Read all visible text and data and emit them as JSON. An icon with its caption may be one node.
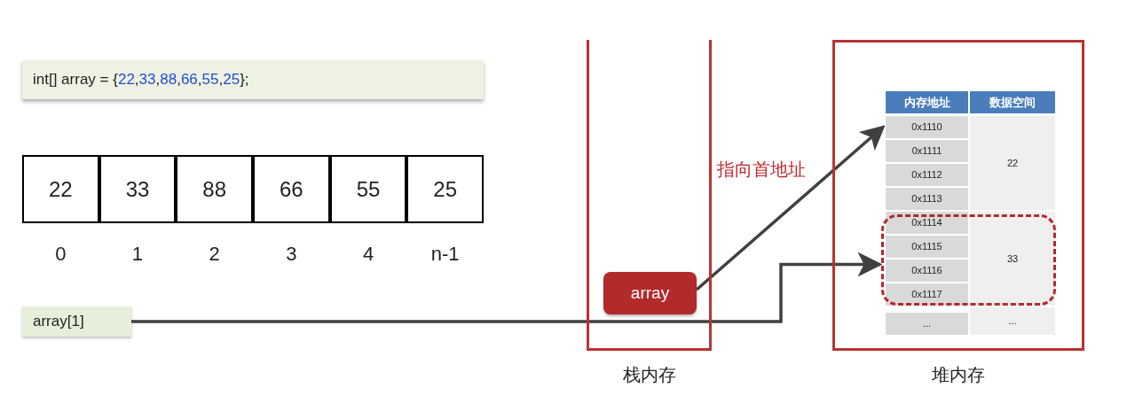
{
  "diagram": {
    "nodes": [
      {
        "text": [
          "int[] array = {22,33,88,66,55,25};"
        ]
      },
      {
        "text": [
          "22"
        ]
      },
      {
        "text": [
          "33"
        ]
      },
      {
        "text": [
          "88"
        ]
      },
      {
        "text": [
          "66"
        ]
      },
      {
        "text": [
          "55"
        ]
      },
      {
        "text": [
          "25"
        ]
      },
      {
        "text": [
          "array[1]"
        ]
      },
      {
        "text": [],
        "shape": "box",
        "beside": [
          "栈内存"
        ]
      },
      {
        "text": [
          "array"
        ],
        "in": 8
      },
      {
        "text": [],
        "shape": "box",
        "beside": [
          "堆内存"
        ]
      },
      {
        "text": [
          "内存地址"
        ],
        "in": 10
      },
      {
        "text": [
          "数据空间"
        ],
        "in": 10
      },
      {
        "text": [
          "0x1110"
        ],
        "in": 10
      },
      {
        "text": [
          "0x1111"
        ],
        "in": 10
      },
      {
        "text": [
          "0x1112"
        ],
        "in": 10
      },
      {
        "text": [
          "0x1113"
        ],
        "in": 10
      },
      {
        "text": [
          "0x1114"
        ],
        "in": 10
      },
      {
        "text": [
          "0x1115"
        ],
        "in": 23
      },
      {
        "text": [
          "0x1116"
        ],
        "in": 23
      },
      {
        "text": [
          "0x1117"
        ],
        "in": 23
      },
      {
        "text": [
          "..."
        ],
        "in": 10
      },
      {
        "text": [
          "22"
        ],
        "in": 10
      },
      {
        "text": [],
        "shape": "box",
        "in": 10
      },
      {
        "text": [
          "33"
        ],
        "in": 23
      },
      {
        "text": [
          "..."
        ],
        "in": 10
      }
    ],
    "edges": [
      {
        "from": 9,
        "to": 13,
        "arrow": "to",
        "label": "指向首地址"
      },
      {
        "from": 7,
        "to": 23,
        "arrow": "to"
      }
    ],
    "labels": [
      "0",
      "1",
      "2",
      "3",
      "4",
      "n-1"
    ]
  }
}
